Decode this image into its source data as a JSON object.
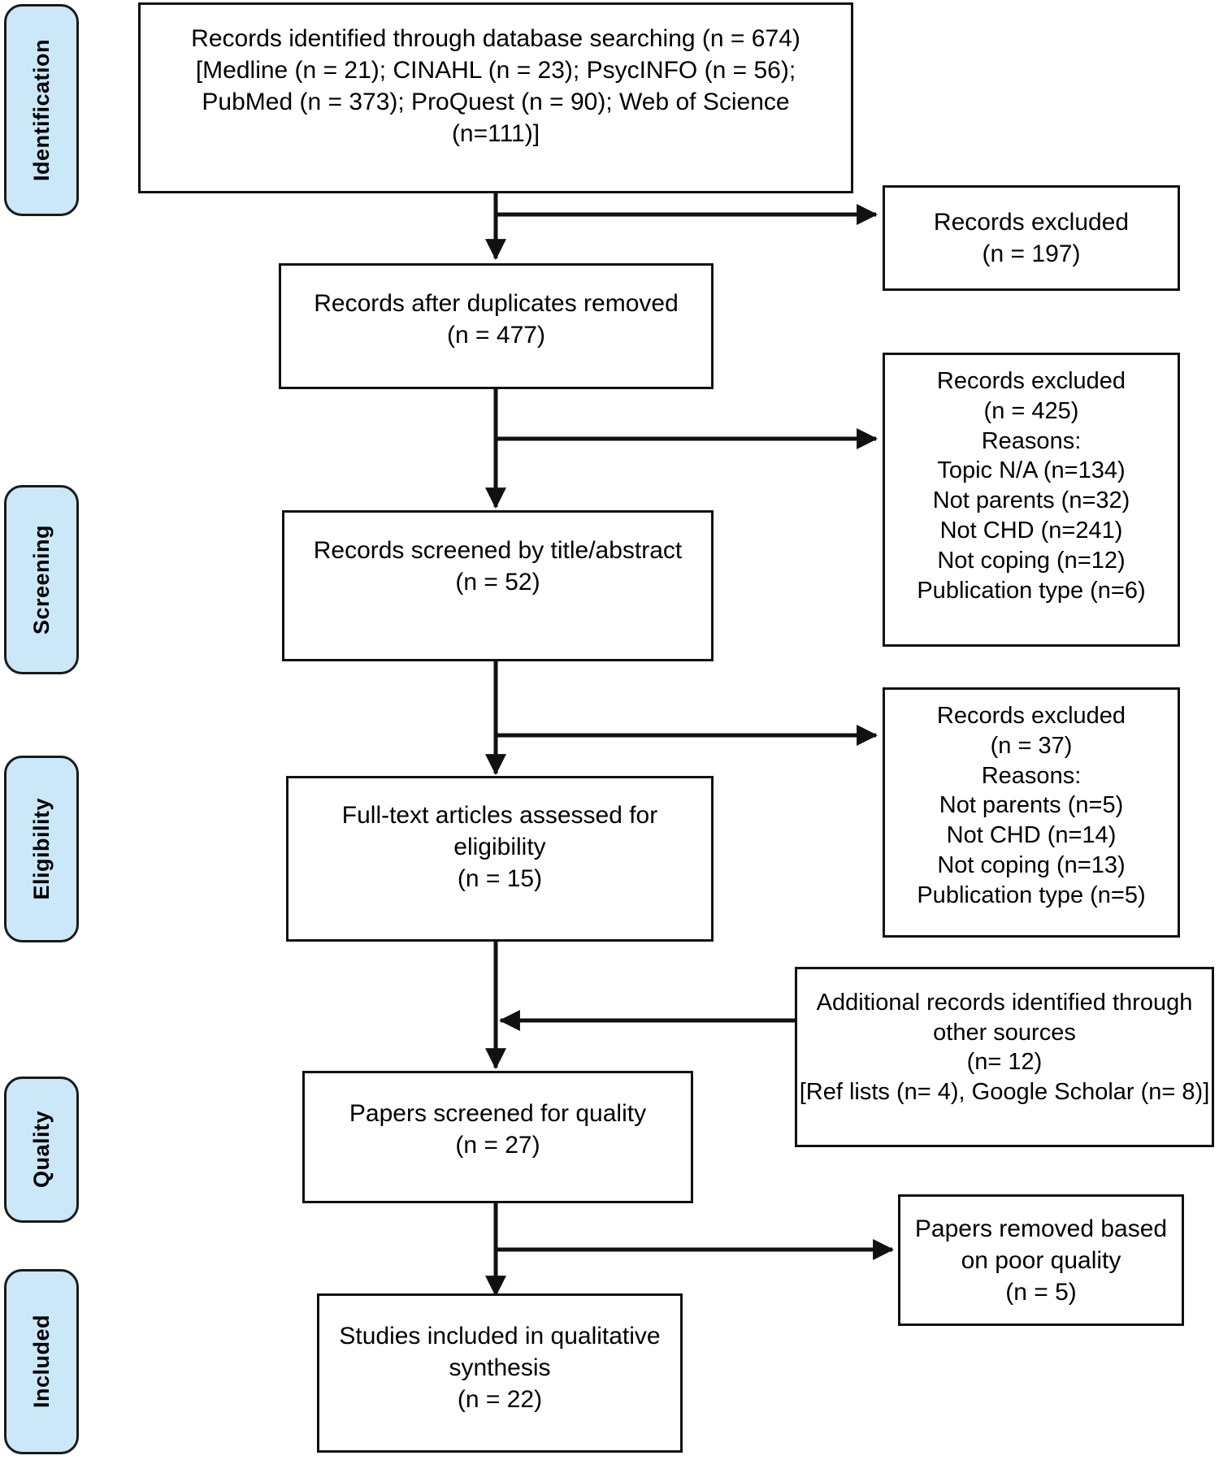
{
  "diagram": {
    "type": "prisma-flow-diagram",
    "colors": {
      "stage_fill": "#cbe8f9",
      "stage_border": "#1a1a1a",
      "node_border": "#111111",
      "background": "#ffffff"
    },
    "stages": [
      {
        "id": "identification",
        "label": "Identification"
      },
      {
        "id": "screening",
        "label": "Screening"
      },
      {
        "id": "eligibility",
        "label": "Eligibility"
      },
      {
        "id": "quality",
        "label": "Quality"
      },
      {
        "id": "included",
        "label": "Included"
      }
    ],
    "nodes": {
      "identified": {
        "l1": "Records identified through database searching (n = 674)",
        "l2": "[Medline (n = 21); CINAHL (n = 23); PsycINFO (n = 56);",
        "l3": "PubMed (n = 373); ProQuest (n = 90); Web of Science",
        "l4": "(n=111)]"
      },
      "excluded_duplicates": {
        "l1": "Records excluded",
        "l2": "(n = 197)"
      },
      "after_duplicates": {
        "l1": "Records after duplicates removed",
        "l2": "(n = 477)"
      },
      "excluded_titleabstract": {
        "l1": "Records excluded",
        "l2": "(n = 425)",
        "l3": "Reasons:",
        "l4": "Topic N/A (n=134)",
        "l5": "Not parents (n=32)",
        "l6": "Not CHD (n=241)",
        "l7": "Not coping (n=12)",
        "l8": "Publication type (n=6)"
      },
      "screened_titleabstract": {
        "l1": "Records screened by title/abstract",
        "l2": "(n = 52)"
      },
      "excluded_fulltext": {
        "l1": "Records excluded",
        "l2": "(n = 37)",
        "l3": "Reasons:",
        "l4": "Not parents (n=5)",
        "l5": "Not CHD (n=14)",
        "l6": "Not coping (n=13)",
        "l7": "Publication type (n=5)"
      },
      "fulltext_assessed": {
        "l1": "Full-text articles assessed for",
        "l2": "eligibility",
        "l3": "(n = 15)"
      },
      "additional_records": {
        "l1": "Additional records identified through",
        "l2": "other sources",
        "l3": "(n= 12)",
        "l4": "[Ref lists (n= 4), Google Scholar (n= 8)]"
      },
      "quality_screened": {
        "l1": "Papers screened for quality",
        "l2": "(n = 27)"
      },
      "removed_poor_quality": {
        "l1": "Papers removed based",
        "l2": "on poor quality",
        "l3": "(n = 5)"
      },
      "included_synthesis": {
        "l1": "Studies included in qualitative",
        "l2": "synthesis",
        "l3": "(n = 22)"
      }
    }
  }
}
